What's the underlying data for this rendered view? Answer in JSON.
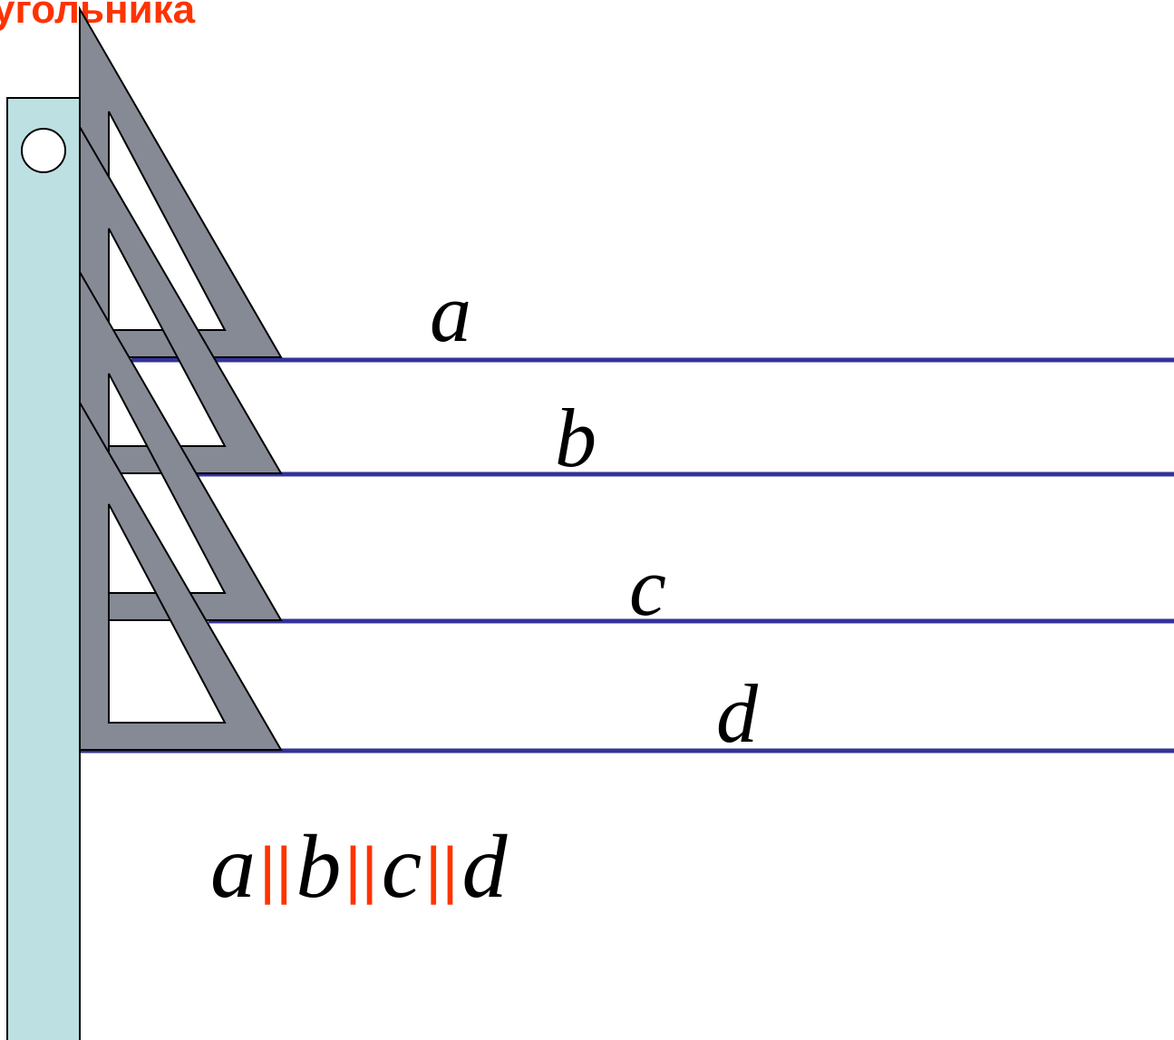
{
  "title": "угольника",
  "lines": [
    {
      "label": "a"
    },
    {
      "label": "b"
    },
    {
      "label": "c"
    },
    {
      "label": "d"
    }
  ],
  "formula": {
    "terms": [
      "a",
      "b",
      "c",
      "d"
    ],
    "separator": "||"
  },
  "colors": {
    "line": "#333399",
    "ruler": "#bde0e2",
    "triangle": "#868a95",
    "accent": "#ff3300"
  }
}
